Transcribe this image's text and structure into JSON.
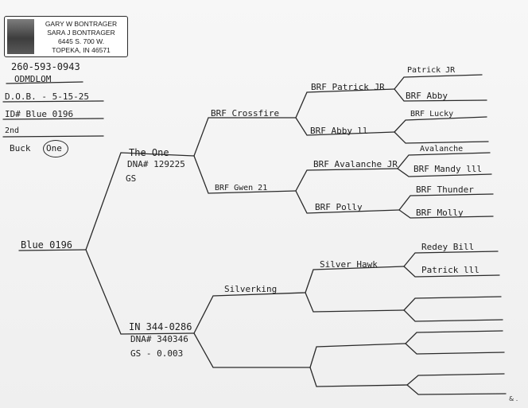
{
  "stamp": {
    "lines": [
      "GARY W BONTRAGER",
      "SARA J BONTRAGER",
      "6445 S. 700 W.",
      "TOPEKA, IN 46571"
    ]
  },
  "info": {
    "phone": "260-593-0943",
    "code": "ODMDLOM",
    "dob": "D.O.B. - 5-15-25",
    "id": "ID# Blue 0196",
    "place": "2nd",
    "buck_prefix": "Buck",
    "buck_circled": "One"
  },
  "subject": "Blue 0196",
  "sire": {
    "name": "The One",
    "dna": "DNA# 129225",
    "gs": "GS",
    "sire": {
      "name": "BRF Crossfire",
      "sire": {
        "name": "BRF Patrick JR",
        "sire": "Patrick JR",
        "dam": "BRF Abby"
      },
      "dam": {
        "name": "BRF Abby ll",
        "sire": "BRF Lucky",
        "dam": ""
      }
    },
    "dam": {
      "name": "BRF Gwen 21",
      "sire": {
        "name": "BRF Avalanche JR",
        "sire": "Avalanche",
        "dam": "BRF Mandy lll"
      },
      "dam": {
        "name": "BRF Polly",
        "sire": "BRF Thunder",
        "dam": "BRF Molly"
      }
    }
  },
  "dam": {
    "name": "IN 344-0286",
    "dna": "DNA# 340346",
    "gs": "GS - 0.003",
    "sire": {
      "name": "Silverking",
      "sire": {
        "name": "Silver Hawk",
        "sire": "Redey Bill",
        "dam": "Patrick lll"
      },
      "dam": {
        "name": "",
        "sire": "",
        "dam": ""
      }
    },
    "dam": {
      "name": "",
      "sire": {
        "name": "",
        "sire": "",
        "dam": ""
      },
      "dam": {
        "name": "",
        "sire": "",
        "dam": ""
      }
    }
  },
  "corner_mark": "& ."
}
